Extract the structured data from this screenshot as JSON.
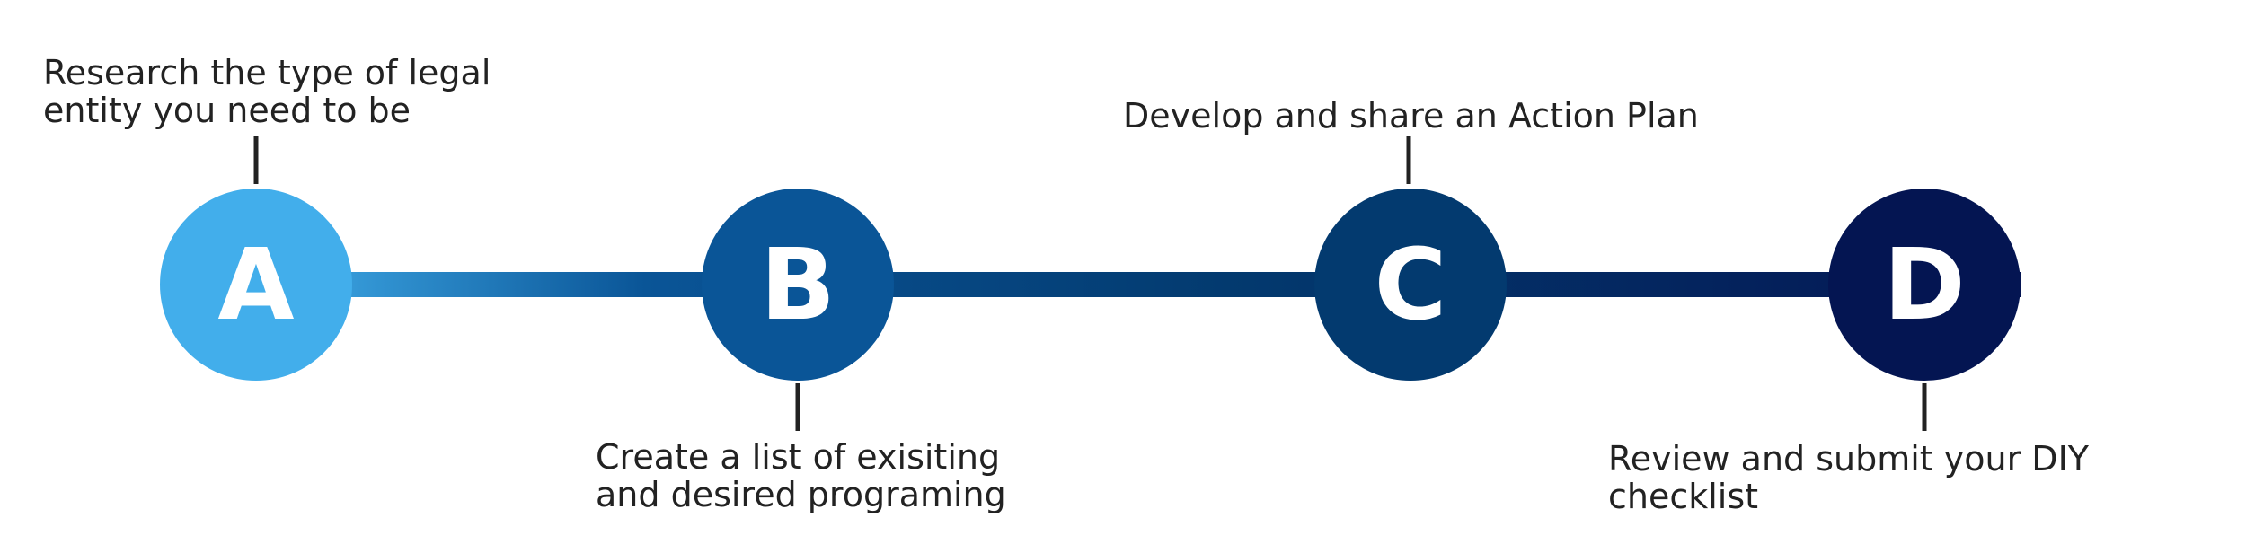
{
  "colors": {
    "step_a": "#42AEEB",
    "step_b": "#0A5597",
    "step_c": "#033A6F",
    "step_d": "#041552",
    "connector": "#222222",
    "text": "#222222"
  },
  "steps": [
    {
      "letter": "A",
      "label": "Research the type of legal\nentity you need to be",
      "label_side": "above"
    },
    {
      "letter": "B",
      "label": "Create a list of exisiting\nand desired programing",
      "label_side": "below"
    },
    {
      "letter": "C",
      "label": "Develop and share an Action Plan",
      "label_side": "above"
    },
    {
      "letter": "D",
      "label": "Review and submit your DIY checklist",
      "label_side": "below"
    }
  ]
}
